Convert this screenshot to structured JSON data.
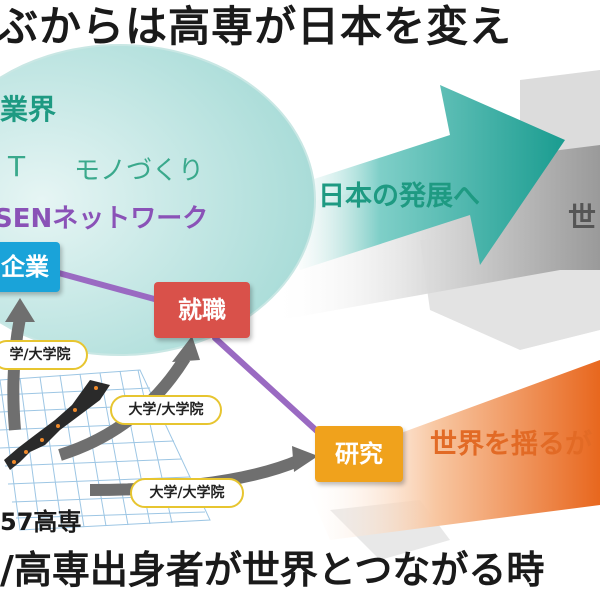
{
  "headline": "ぶからは高専が日本を変え",
  "bottom_line": "/高専出身者が世界とつながる時",
  "circle_labels": {
    "industry": "業界",
    "it": "T",
    "monozukuri": "モノづくり",
    "kosen_network": "SENネットワーク"
  },
  "boxes": {
    "kigyo": "企業",
    "shushoku": "就職",
    "kenkyu": "研究"
  },
  "pills": [
    "学/大学院",
    "大学/大学院",
    "大学/大学院"
  ],
  "kosen_count": "57高専",
  "arrows": {
    "japan_development": "日本の発展へ",
    "world": "世",
    "shake_world": "世界を揺るが"
  },
  "colors": {
    "teal": "#1e9a82",
    "purple": "#8a52b7",
    "blue": "#1aa3d9",
    "red": "#d9514a",
    "orange": "#f0a21c",
    "pill_border": "#e7c530"
  }
}
